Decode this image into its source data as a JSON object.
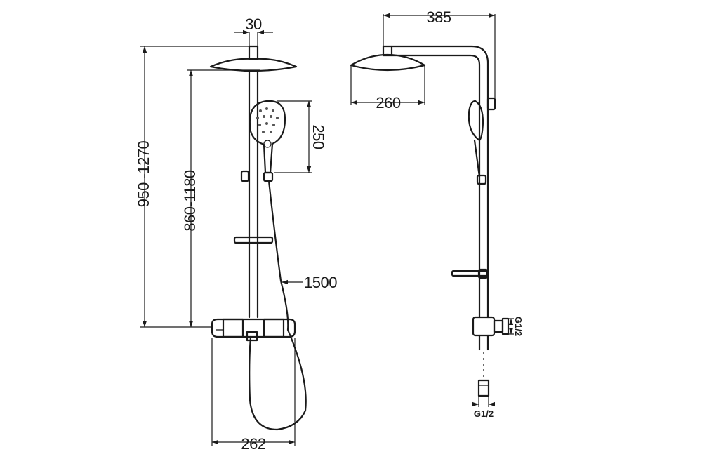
{
  "dimensions": {
    "overhead_pipe_width": "30",
    "total_height_range": "950 -1270",
    "bar_height_range": "860-1180",
    "hand_shower_length": "250",
    "hose_length": "1500",
    "thermostat_width": "262",
    "arm_projection": "385",
    "head_diameter": "260",
    "connection_thread_side": "G1/2",
    "connection_thread_bottom": "G1/2"
  },
  "colors": {
    "line": "#1a1a1a",
    "background": "#ffffff"
  }
}
